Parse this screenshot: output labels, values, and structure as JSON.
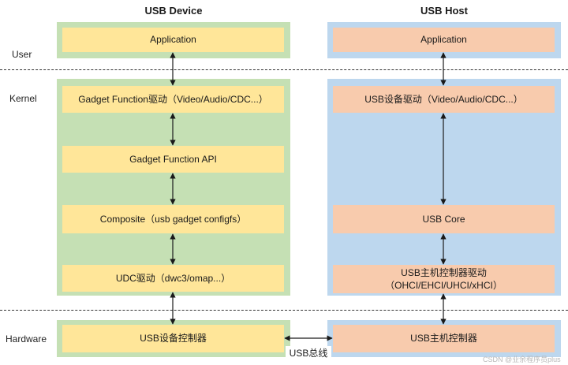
{
  "columns": {
    "device_title": "USB Device",
    "host_title": "USB Host"
  },
  "layers": {
    "user": "User",
    "kernel": "Kernel",
    "hardware": "Hardware"
  },
  "device": {
    "application": "Application",
    "gadget_function_driver": "Gadget Function驱动（Video/Audio/CDC...）",
    "gadget_function_api": "Gadget Function API",
    "composite": "Composite（usb gadget configfs）",
    "udc_driver": "UDC驱动（dwc3/omap...）",
    "controller": "USB设备控制器"
  },
  "host": {
    "application": "Application",
    "device_driver": "USB设备驱动（Video/Audio/CDC...）",
    "usb_core": "USB Core",
    "hc_driver_line1": "USB主机控制器驱动",
    "hc_driver_line2": "（OHCI/EHCI/UHCI/xHCI）",
    "controller": "USB主机控制器"
  },
  "bus_label": "USB总线",
  "watermark": "CSDN @业余程序员plus",
  "colors": {
    "device_panel": "#c5e0b4",
    "host_panel": "#bdd7ee",
    "device_box": "#ffe699",
    "host_box": "#f8cbad"
  }
}
